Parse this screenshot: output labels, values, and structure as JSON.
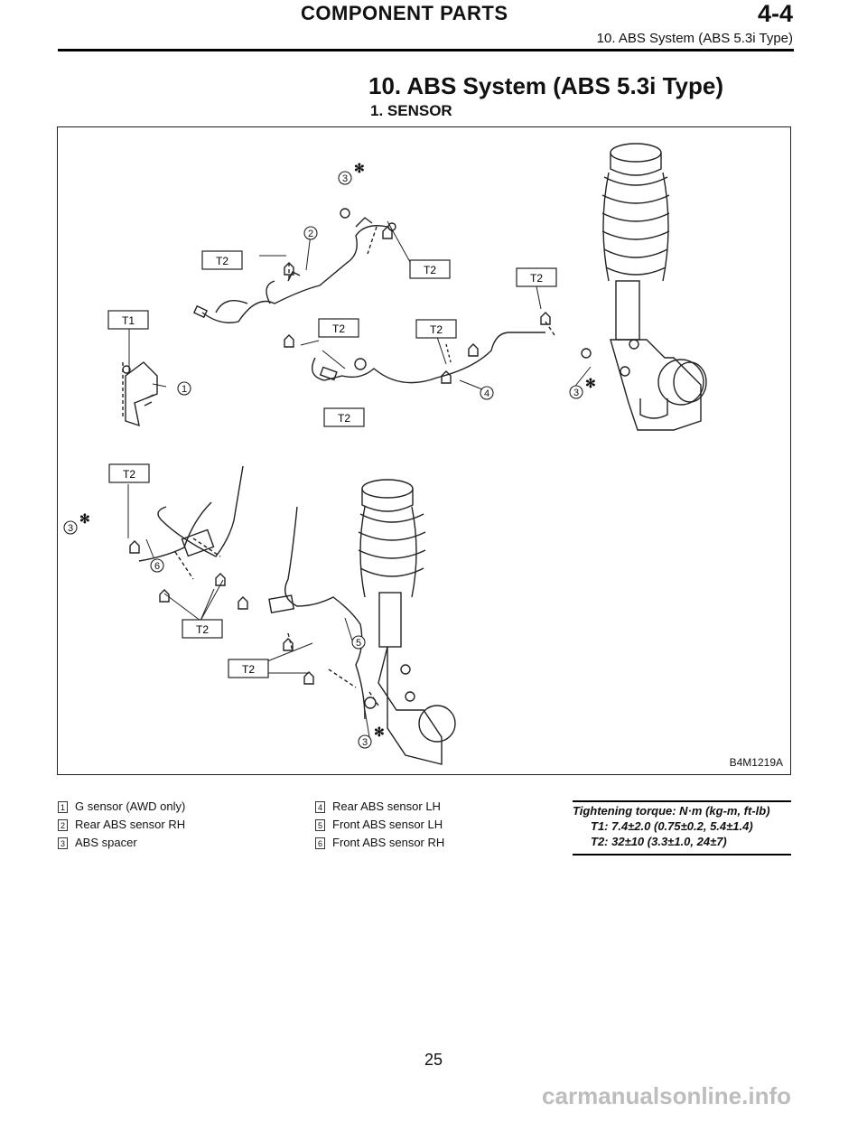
{
  "header": {
    "title": "COMPONENT PARTS",
    "section_number": "4-4",
    "subtitle": "10. ABS System (ABS 5.3i Type)"
  },
  "section_title": "10. ABS System (ABS 5.3i Type)",
  "subsection_title": "1. SENSOR",
  "figure": {
    "id": "B4M1219A",
    "callouts": [
      "1",
      "2",
      "3",
      "3",
      "3",
      "3",
      "4",
      "5",
      "6"
    ],
    "torque_tags": [
      "T1",
      "T2",
      "T2",
      "T2",
      "T2",
      "T2",
      "T2",
      "T2",
      "T2",
      "T2"
    ]
  },
  "legend": [
    {
      "num": "1",
      "text": "G sensor (AWD only)"
    },
    {
      "num": "2",
      "text": "Rear ABS sensor RH"
    },
    {
      "num": "3",
      "text": "ABS spacer"
    },
    {
      "num": "4",
      "text": "Rear ABS sensor LH"
    },
    {
      "num": "5",
      "text": "Front ABS sensor LH"
    },
    {
      "num": "6",
      "text": "Front ABS sensor RH"
    }
  ],
  "torque": {
    "heading": "Tightening torque: N·m (kg-m, ft-lb)",
    "t1": "T1: 7.4±2.0 (0.75±0.2, 5.4±1.4)",
    "t2": "T2: 32±10 (3.3±1.0, 24±7)"
  },
  "page_number": "25",
  "watermark": "carmanualsonline.info"
}
